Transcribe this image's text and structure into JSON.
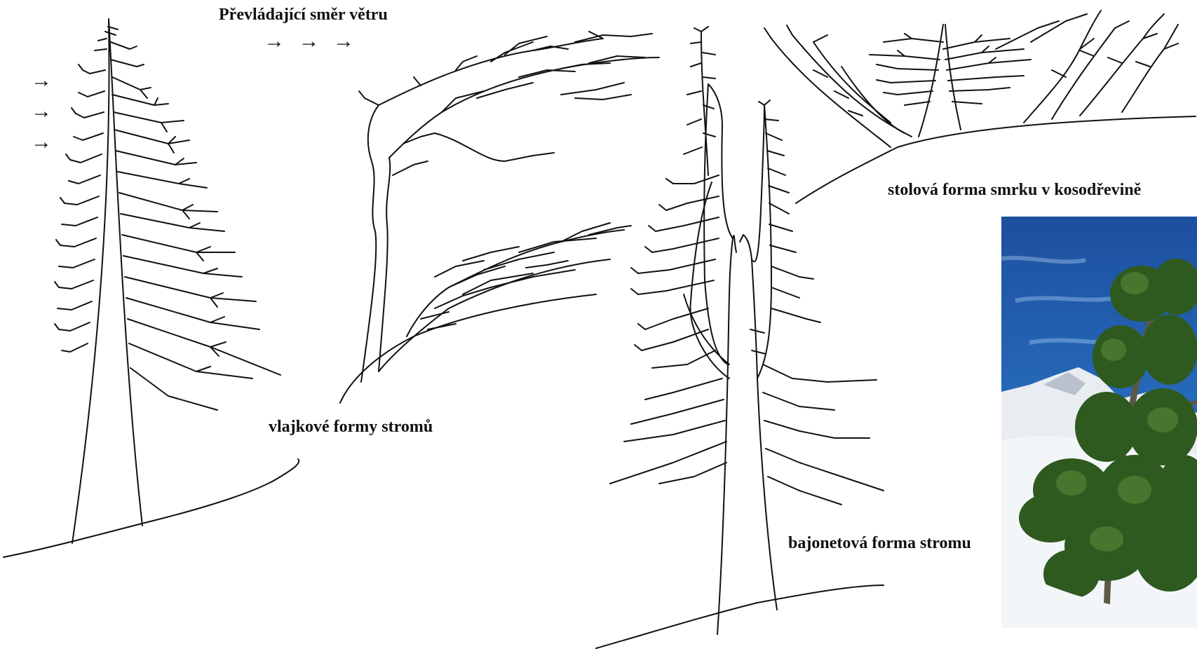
{
  "labels": {
    "wind_direction": "Převládající směr větru",
    "flag_forms": "vlajkové formy stromů",
    "table_form": "stolová forma smrku v kosodřevině",
    "bayonet_form": "bajonetová forma stromu"
  },
  "wind_arrows": {
    "top_row": "→ → →",
    "left_column": [
      "→",
      "→",
      "→"
    ]
  },
  "photo": {
    "description_icon": "mountain-pine-photo",
    "colors": {
      "sky": "#1d5fb0",
      "snow": "#eef2f6",
      "needles": "#2f5a1f"
    }
  },
  "colors": {
    "ink": "#111111",
    "background": "#ffffff"
  }
}
